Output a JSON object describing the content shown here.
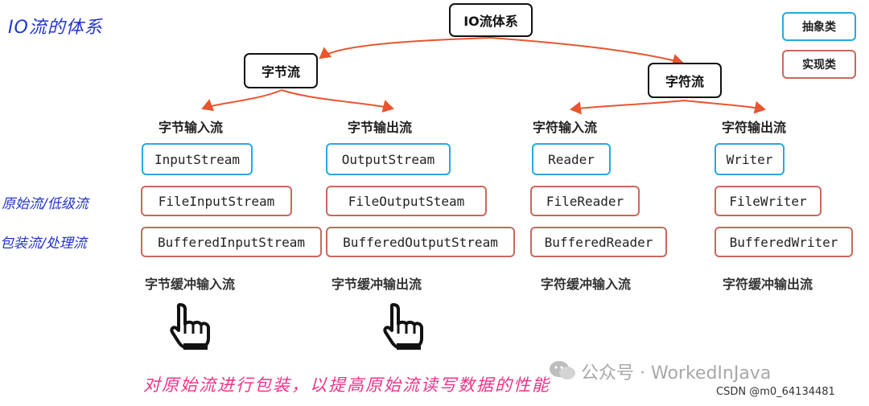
{
  "title": "IO流的体系",
  "root": "IO流体系",
  "legend": {
    "abstract": "抽象类",
    "impl": "实现类"
  },
  "categories": {
    "byte": "字节流",
    "char": "字符流"
  },
  "columns": [
    {
      "header": "字节输入流",
      "abstract": "InputStream",
      "raw": "FileInputStream",
      "buffered": "BufferedInputStream",
      "footer": "字节缓冲输入流"
    },
    {
      "header": "字节输出流",
      "abstract": "OutputStream",
      "raw": "FileOutputSteam",
      "buffered": "BufferedOutputStream",
      "footer": "字节缓冲输出流"
    },
    {
      "header": "字符输入流",
      "abstract": "Reader",
      "raw": "FileReader",
      "buffered": "BufferedReader",
      "footer": "字符缓冲输入流"
    },
    {
      "header": "字符输出流",
      "abstract": "Writer",
      "raw": "FileWriter",
      "buffered": "BufferedWriter",
      "footer": "字符缓冲输出流"
    }
  ],
  "side_labels": {
    "raw": "原始流/低级流",
    "buffered": "包装流/处理流"
  },
  "bottom_note": "对原始流进行包装，以提高原始流读写数据的性能",
  "watermark": "公众号 · WorkedInJava",
  "credit": "CSDN @m0_64134481",
  "colors": {
    "arrow": "#e8552e",
    "abstract_border": "#29a8e0",
    "impl_border": "#c9685c",
    "handwriting_blue": "#2233cc",
    "handwriting_pink": "#ee3388"
  },
  "icons": [
    "pointing-hand-icon",
    "pointing-hand-icon",
    "wechat-icon"
  ]
}
